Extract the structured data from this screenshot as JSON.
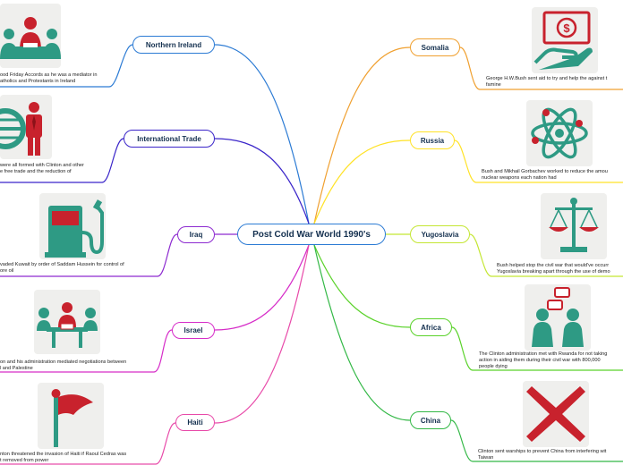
{
  "title": "Post Cold War World 1990's",
  "colors": {
    "central": "#2c7bd4",
    "northern_ireland": "#2c7bd4",
    "international_trade": "#3a25c9",
    "iraq": "#8d2bd0",
    "israel": "#d62cc8",
    "haiti": "#e84aa9",
    "somalia": "#f0a030",
    "russia": "#ffe226",
    "yugoslavia": "#c4e633",
    "africa": "#5ad22a",
    "china": "#33b846",
    "icon_red": "#c8222d",
    "icon_teal": "#2e9a84"
  },
  "left": [
    {
      "label": "Northern Ireland",
      "icon": "meeting-icon",
      "note": [
        "ood Friday Accords as he was a mediator in",
        "atholics and Protestants in Ireland"
      ]
    },
    {
      "label": "International Trade",
      "icon": "globe-businessman-icon",
      "note": [
        "were all formed with Clinton and other",
        "e free trade and the reduction of"
      ]
    },
    {
      "label": "Iraq",
      "icon": "fuel-pump-icon",
      "note": [
        "vaded Kuwait by order of Saddam Hussein for control of",
        "ore oil"
      ]
    },
    {
      "label": "Israel",
      "icon": "negotiation-icon",
      "note": [
        "on and his administration mediated negotiations between",
        "l and Palestine"
      ]
    },
    {
      "label": "Haiti",
      "icon": "flag-icon",
      "note": [
        "nton threatened the invasion of Haiti if Raoul Cedras was",
        "t removed from power"
      ]
    }
  ],
  "right": [
    {
      "label": "Somalia",
      "icon": "money-hand-icon",
      "note": [
        "George H.W.Bush sent aid to try and help the against t",
        "famine"
      ]
    },
    {
      "label": "Russia",
      "icon": "atom-icon",
      "note": [
        "Bush and Mikhail Gorbachev worked to reduce the amou",
        "nuclear weapons each nation had"
      ]
    },
    {
      "label": "Yugoslavia",
      "icon": "scales-icon",
      "note": [
        "Bush helped stop the civil war that would've occurr",
        "Yugoslavia breaking apart through the use of demo"
      ]
    },
    {
      "label": "Africa",
      "icon": "conversation-icon",
      "note": [
        "The Clinton administration met with Rwanda for not taking",
        "action in aiding them during their civil war with 800,000",
        "people dying"
      ]
    },
    {
      "label": "China",
      "icon": "red-x-icon",
      "note": [
        "Clinton sent warships to prevent China from interfering wit",
        "Taiwan"
      ]
    }
  ]
}
